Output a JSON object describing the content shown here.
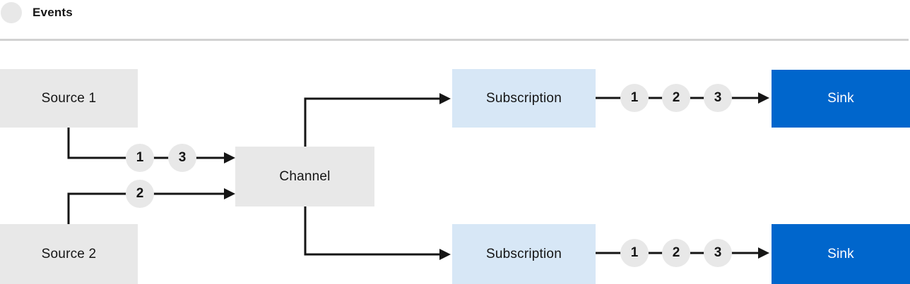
{
  "legend": {
    "label": "Events"
  },
  "nodes": {
    "source1": {
      "label": "Source 1"
    },
    "source2": {
      "label": "Source 2"
    },
    "channel": {
      "label": "Channel"
    },
    "subscription_top": {
      "label": "Subscription"
    },
    "subscription_bottom": {
      "label": "Subscription"
    },
    "sink_top": {
      "label": "Sink"
    },
    "sink_bottom": {
      "label": "Sink"
    }
  },
  "events": {
    "source1_to_channel": [
      "1",
      "3"
    ],
    "source2_to_channel": [
      "2"
    ],
    "subscription_top_to_sink": [
      "1",
      "2",
      "3"
    ],
    "subscription_bottom_to_sink": [
      "1",
      "2",
      "3"
    ]
  },
  "colors": {
    "node_gray": "#e8e8e8",
    "subscription_light_blue": "#d7e7f6",
    "sink_blue": "#0066cc",
    "connector_dark": "#151515",
    "divider_gray": "#d2d2d2",
    "badge_gray": "#e8e8e8",
    "text_dark": "#151515",
    "sink_text": "#ffffff",
    "background": "#ffffff"
  }
}
